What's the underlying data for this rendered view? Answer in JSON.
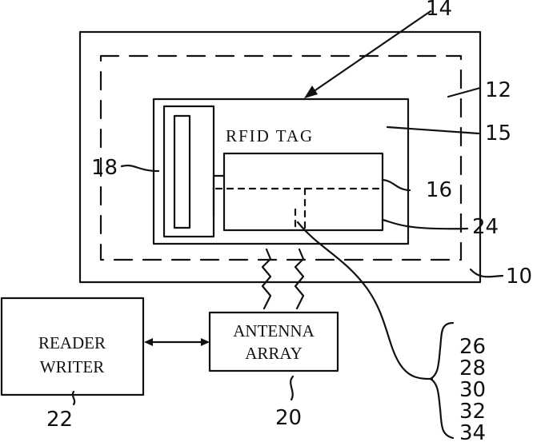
{
  "diagram": {
    "tag_label": "RFID TAG",
    "reader_writer": {
      "line1": "READER",
      "line2": "WRITER"
    },
    "antenna": {
      "line1": "ANTENNA",
      "line2": "ARRAY"
    },
    "refs": {
      "r14": "14",
      "r12": "12",
      "r15": "15",
      "r18": "18",
      "r16": "16",
      "r24": "24",
      "r10": "10",
      "r22": "22",
      "r20": "20"
    },
    "ref_list": [
      "26",
      "28",
      "30",
      "32",
      "34"
    ]
  }
}
